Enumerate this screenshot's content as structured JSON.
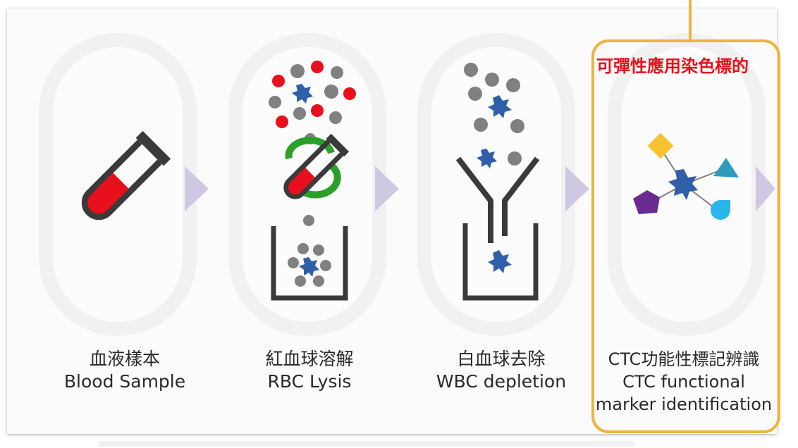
{
  "steps": [
    {
      "title_zh": "血液樣本",
      "title_en": "Blood Sample"
    },
    {
      "title_zh": "紅血球溶解",
      "title_en": "RBC Lysis"
    },
    {
      "title_zh": "白血球去除",
      "title_en": "WBC depletion"
    },
    {
      "title_zh": "CTC功能性標記辨識",
      "title_en_line1": "CTC functional",
      "title_en_line2": "marker identification"
    }
  ],
  "highlight": {
    "label": "可彈性應用染色標的",
    "color": "#f0b43c",
    "label_color": "#e8101c"
  },
  "colors": {
    "rbc": "#e8101c",
    "wbc": "#808080",
    "ctc": "#2f5fa8",
    "tube": "#3a3a3a",
    "arrow": "#d0c8e2"
  }
}
